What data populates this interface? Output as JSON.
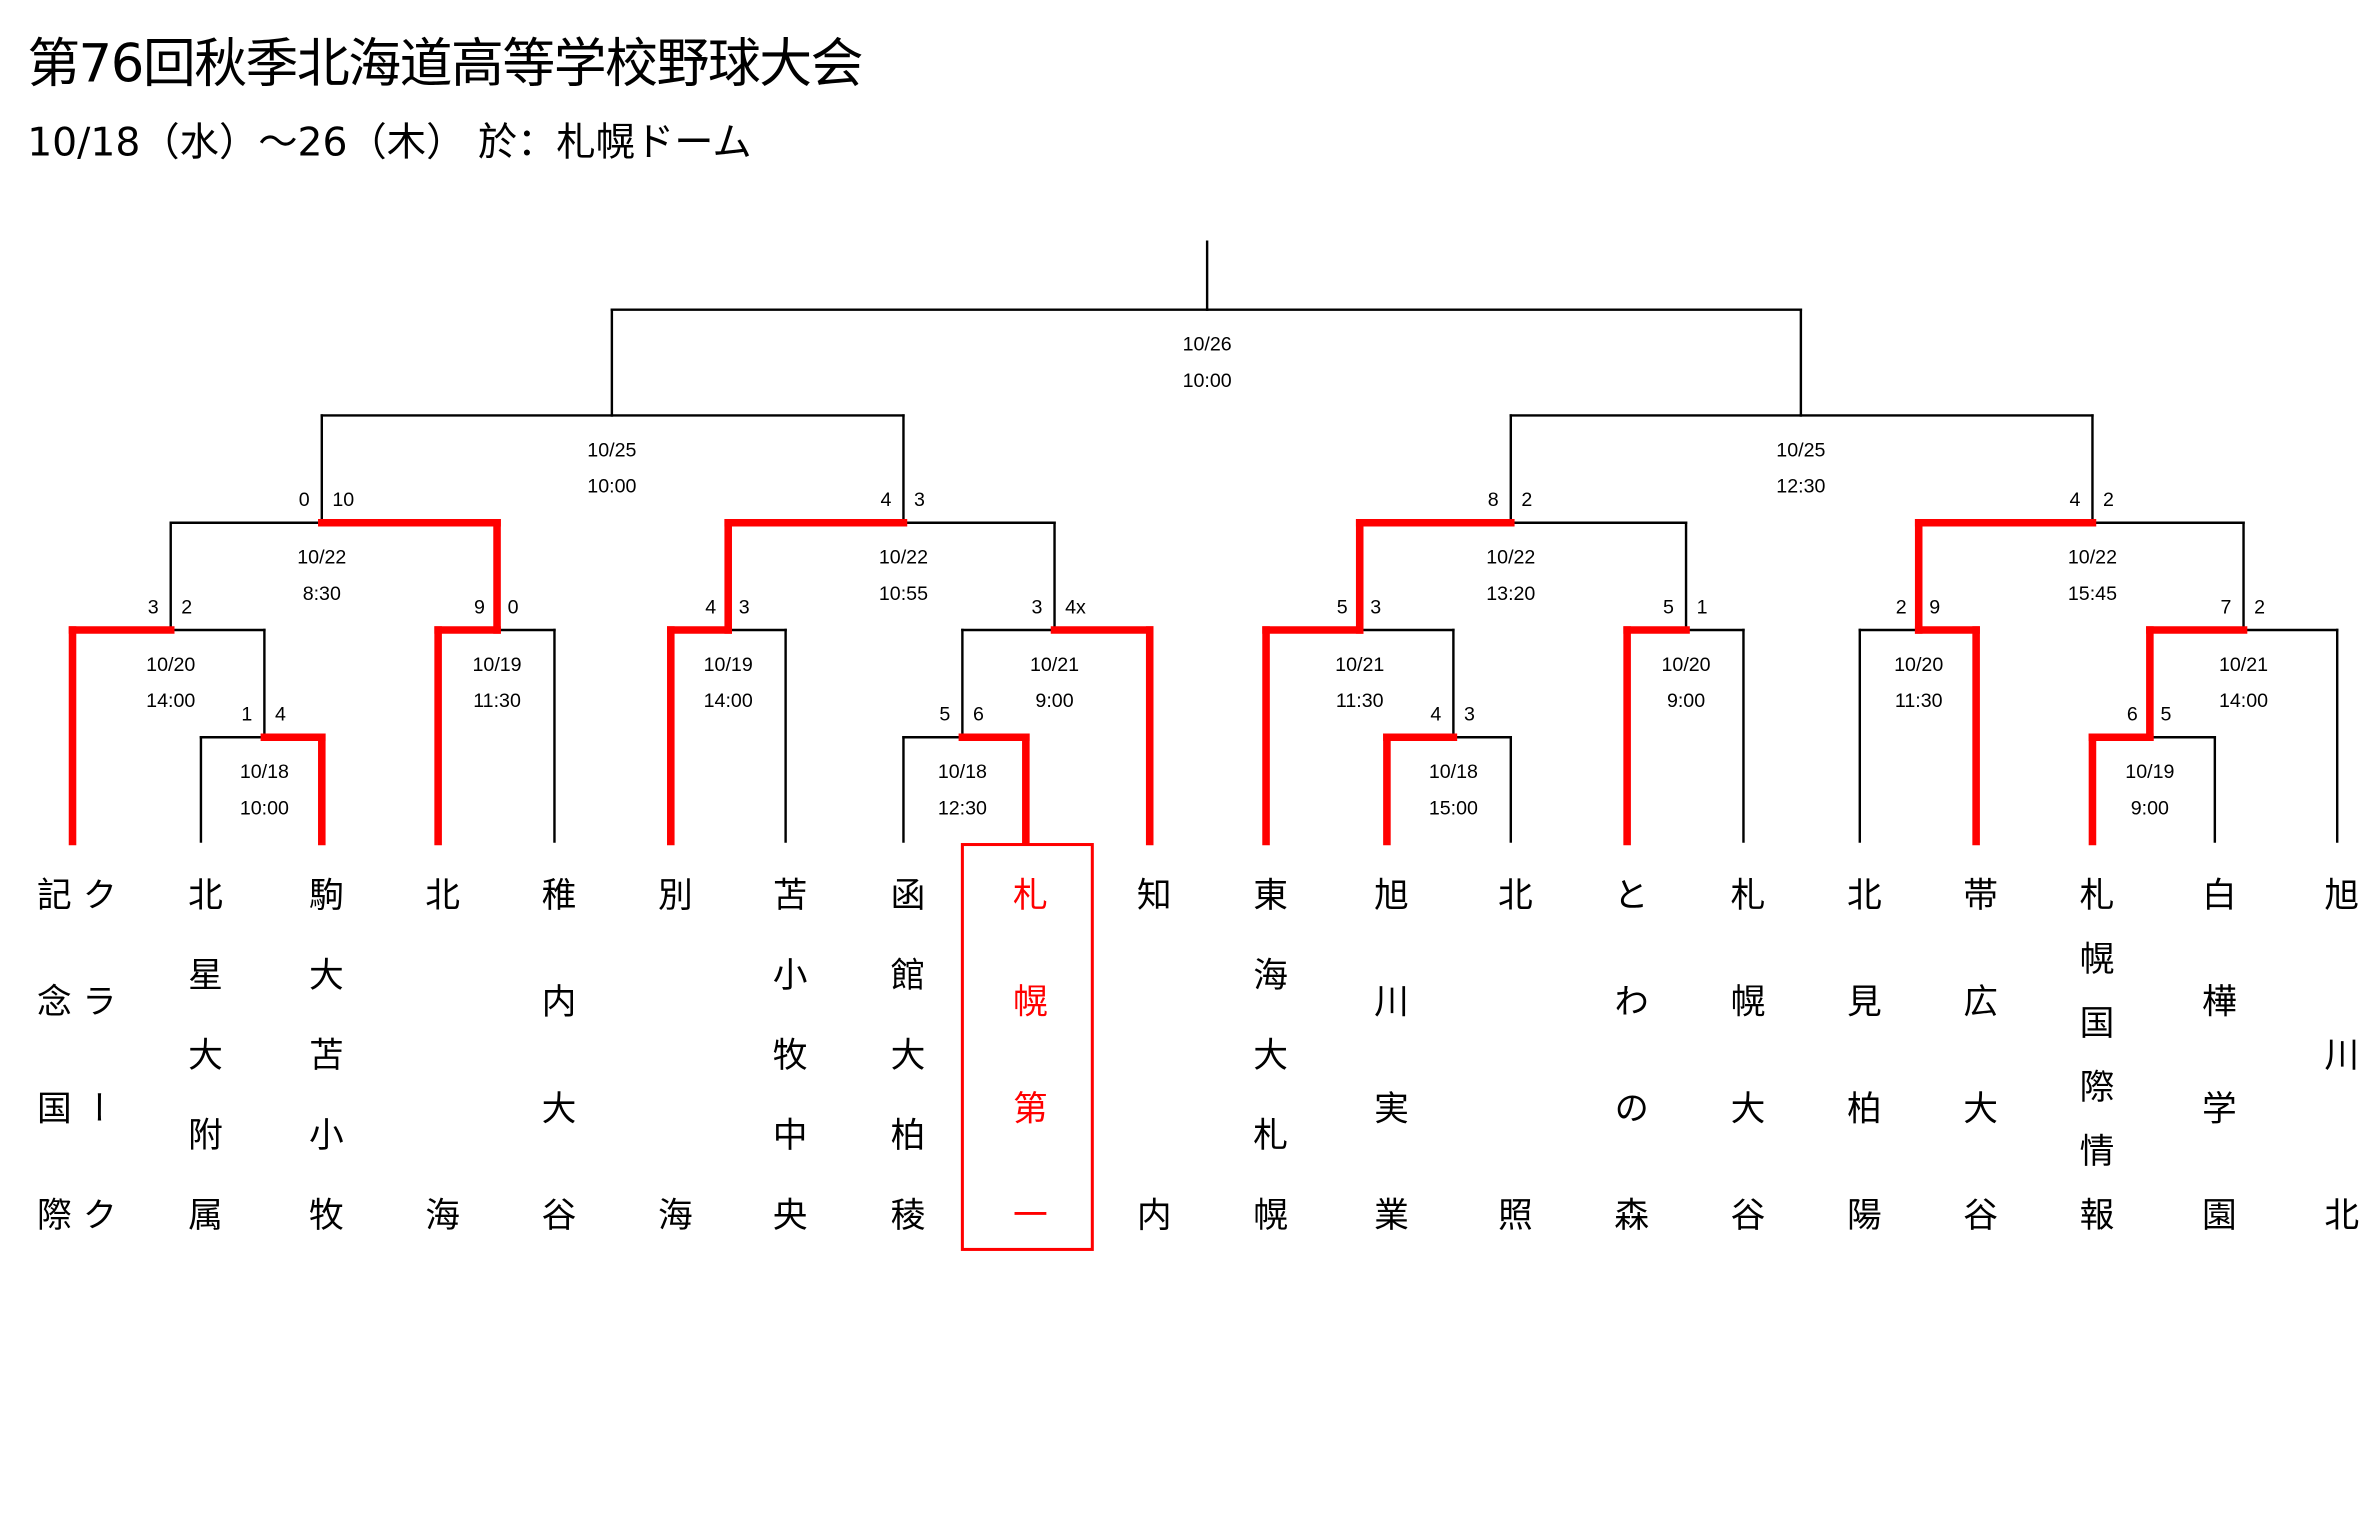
{
  "header": {
    "title": "第76回秋季北海道高等学校野球大会",
    "subtitle": "10/18（水）～26（木） 於：札幌ドーム"
  },
  "colors": {
    "winner_line": "#ff0000",
    "line": "#000000",
    "highlight": "#ff0000"
  },
  "teams": [
    {
      "name": "クラーク記念国際"
    },
    {
      "name": "北星大附属"
    },
    {
      "name": "駒大苫小牧"
    },
    {
      "name": "北海"
    },
    {
      "name": "稚内大谷"
    },
    {
      "name": "別海"
    },
    {
      "name": "苫小牧中央"
    },
    {
      "name": "函館大柏稜"
    },
    {
      "name": "札幌第一",
      "highlighted": true
    },
    {
      "name": "知内"
    },
    {
      "name": "東海大札幌"
    },
    {
      "name": "旭川実業"
    },
    {
      "name": "北照"
    },
    {
      "name": "とわの森"
    },
    {
      "name": "札幌大谷"
    },
    {
      "name": "北見柏陽"
    },
    {
      "name": "帯広大谷"
    },
    {
      "name": "札幌国際情報"
    },
    {
      "name": "白樺学園"
    },
    {
      "name": "旭川北"
    }
  ],
  "matches": [
    {
      "date": "10/18",
      "time": "10:00",
      "score_left": "1",
      "score_right": "4",
      "winner": "right"
    },
    {
      "date": "10/20",
      "time": "14:00",
      "score_left": "3",
      "score_right": "2",
      "winner": "left"
    },
    {
      "date": "10/19",
      "time": "11:30",
      "score_left": "9",
      "score_right": "0",
      "winner": "left"
    },
    {
      "date": "10/22",
      "time": "8:30",
      "score_left": "0",
      "score_right": "10",
      "winner": "right"
    },
    {
      "date": "10/19",
      "time": "14:00",
      "score_left": "4",
      "score_right": "3",
      "winner": "left"
    },
    {
      "date": "10/18",
      "time": "12:30",
      "score_left": "5",
      "score_right": "6",
      "winner": "right"
    },
    {
      "date": "10/21",
      "time": "9:00",
      "score_left": "3",
      "score_right": "4x",
      "winner": "right"
    },
    {
      "date": "10/22",
      "time": "10:55",
      "score_left": "4",
      "score_right": "3",
      "winner": "left"
    },
    {
      "date": "10/25",
      "time": "10:00",
      "score_left": "",
      "score_right": "",
      "winner": null
    },
    {
      "date": "10/18",
      "time": "15:00",
      "score_left": "4",
      "score_right": "3",
      "winner": "left"
    },
    {
      "date": "10/21",
      "time": "11:30",
      "score_left": "5",
      "score_right": "3",
      "winner": "left"
    },
    {
      "date": "10/20",
      "time": "9:00",
      "score_left": "5",
      "score_right": "1",
      "winner": "left"
    },
    {
      "date": "10/22",
      "time": "13:20",
      "score_left": "8",
      "score_right": "2",
      "winner": "left"
    },
    {
      "date": "10/20",
      "time": "11:30",
      "score_left": "2",
      "score_right": "9",
      "winner": "right"
    },
    {
      "date": "10/19",
      "time": "9:00",
      "score_left": "6",
      "score_right": "5",
      "winner": "left"
    },
    {
      "date": "10/21",
      "time": "14:00",
      "score_left": "7",
      "score_right": "2",
      "winner": "left"
    },
    {
      "date": "10/22",
      "time": "15:45",
      "score_left": "4",
      "score_right": "2",
      "winner": "left"
    },
    {
      "date": "10/25",
      "time": "12:30",
      "score_left": "",
      "score_right": "",
      "winner": null
    },
    {
      "date": "10/26",
      "time": "10:00",
      "score_left": "",
      "score_right": "",
      "winner": null
    }
  ]
}
